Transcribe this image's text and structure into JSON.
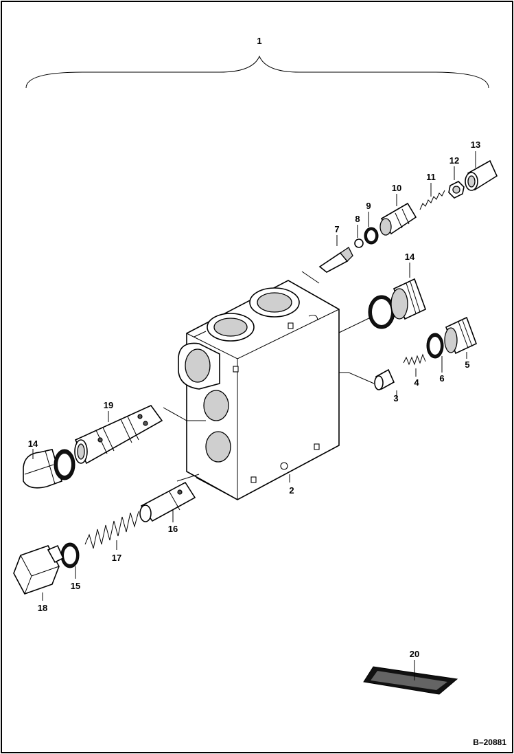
{
  "diagram": {
    "figure_id": "B–20881",
    "callouts": [
      {
        "id": "c1",
        "label": "1"
      },
      {
        "id": "c2",
        "label": "2"
      },
      {
        "id": "c3",
        "label": "3"
      },
      {
        "id": "c4",
        "label": "4"
      },
      {
        "id": "c5",
        "label": "5"
      },
      {
        "id": "c6",
        "label": "6"
      },
      {
        "id": "c7",
        "label": "7"
      },
      {
        "id": "c8",
        "label": "8"
      },
      {
        "id": "c9",
        "label": "9"
      },
      {
        "id": "c10",
        "label": "10"
      },
      {
        "id": "c11",
        "label": "11"
      },
      {
        "id": "c12",
        "label": "12"
      },
      {
        "id": "c13",
        "label": "13"
      },
      {
        "id": "c14a",
        "label": "14"
      },
      {
        "id": "c14b",
        "label": "14"
      },
      {
        "id": "c15",
        "label": "15"
      },
      {
        "id": "c16",
        "label": "16"
      },
      {
        "id": "c17",
        "label": "17"
      },
      {
        "id": "c18",
        "label": "18"
      },
      {
        "id": "c19",
        "label": "19"
      },
      {
        "id": "c20",
        "label": "20"
      }
    ]
  },
  "colors": {
    "line": "#000000",
    "background": "#ffffff",
    "part_shade": "#cfcfcf"
  }
}
